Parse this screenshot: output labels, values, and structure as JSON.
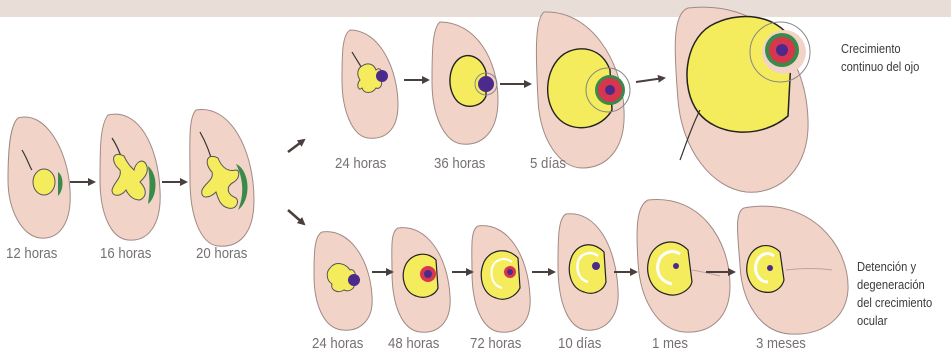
{
  "stages_start": {
    "labels": [
      "12 horas",
      "16 horas",
      "20 horas"
    ]
  },
  "stages_normal": {
    "labels": [
      "24 horas",
      "36 horas",
      "5 días"
    ],
    "caption": [
      "Crecimiento",
      "continuo del ojo"
    ]
  },
  "stages_arrest": {
    "labels": [
      "24 horas",
      "48 horas",
      "72 horas",
      "10 días",
      "1 mes",
      "3 meses"
    ],
    "caption": [
      "Detención y",
      "degeneración",
      "del crecimiento",
      "ocular"
    ]
  },
  "colors": {
    "skin": "#f2d3c8",
    "skin_outline": "#a08a86",
    "optic_cup": "#f4ec5c",
    "lens_purple": "#4b2a8c",
    "lens_red": "#d7364c",
    "lens_green": "#3a8a4a",
    "arrow": "#4a3f3c",
    "top_band": "#e9ded7"
  },
  "icons": [
    "arrow-right-icon",
    "arrow-up-right-icon",
    "arrow-down-right-icon"
  ]
}
